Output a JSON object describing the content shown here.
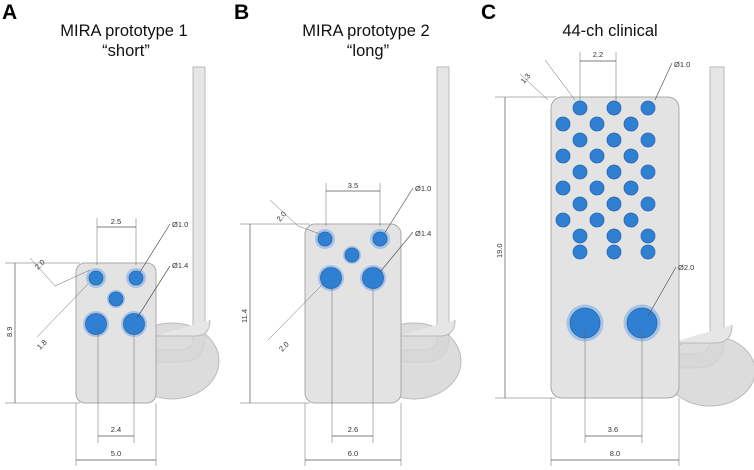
{
  "panels": [
    {
      "label": "A",
      "title_line1": "MIRA prototype 1",
      "title_line2": "“short”",
      "dims": {
        "top_pitch": "2.5",
        "diameter_small": "Ø1.0",
        "diameter_large": "Ø1.4",
        "diag_top": "2.0",
        "diag_bottom": "1.8",
        "height": "8.9",
        "bottom_pitch": "2.4",
        "width": "5.0"
      }
    },
    {
      "label": "B",
      "title_line1": "MIRA prototype 2",
      "title_line2": "“long”",
      "dims": {
        "top_pitch": "3.5",
        "diameter_small": "Ø1.0",
        "diameter_large": "Ø1.4",
        "diag_top": "2.0",
        "diag_bottom": "2.0",
        "height": "11.4",
        "bottom_pitch": "2.6",
        "width": "6.0"
      }
    },
    {
      "label": "C",
      "title_line1": "44-ch clinical",
      "dims": {
        "top_pitch": "2.2",
        "edge": "1.3",
        "diameter_small": "Ø1.0",
        "diameter_large": "Ø2.0",
        "height": "19.0",
        "bottom_pitch": "3.6",
        "width": "8.0"
      }
    }
  ]
}
